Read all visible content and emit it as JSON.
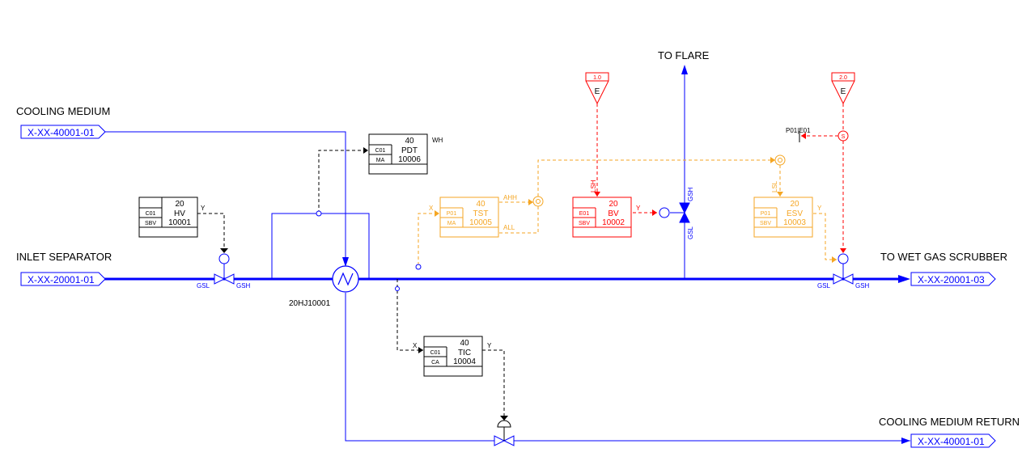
{
  "colors": {
    "process": "#0000ff",
    "signal": "#000000",
    "safety": "#ff0000",
    "alarm": "#f5a623"
  },
  "labels": {
    "cooling_medium": "COOLING MEDIUM",
    "inlet_separator": "INLET SEPARATOR",
    "to_flare": "TO FLARE",
    "to_wet_gas_scrubber": "TO WET GAS SCRUBBER",
    "cooling_medium_return": "COOLING MEDIUM RETURN",
    "exchanger_tag": "20HJ10001"
  },
  "flags": {
    "cooling_in": "X-XX-40001-01",
    "inlet": "X-XX-20001-01",
    "outlet": "X-XX-20001-03",
    "cooling_out": "X-XX-40001-01"
  },
  "instruments": {
    "hv": {
      "area": "20",
      "type": "HV",
      "number": "10001",
      "codes": [
        "C01",
        "SBV"
      ]
    },
    "pdt": {
      "area": "40",
      "type": "PDT",
      "number": "10006",
      "codes": [
        "C01",
        "MA"
      ],
      "note": "WH"
    },
    "tst": {
      "area": "40",
      "type": "TST",
      "number": "10005",
      "codes": [
        "P01",
        "MA"
      ]
    },
    "bv": {
      "area": "20",
      "type": "BV",
      "number": "10002",
      "codes": [
        "E01",
        "SBV"
      ]
    },
    "esv": {
      "area": "20",
      "type": "ESV",
      "number": "10003",
      "codes": [
        "P01",
        "SBV"
      ]
    },
    "tic": {
      "area": "40",
      "type": "TIC",
      "number": "10004",
      "codes": [
        "C01",
        "CA"
      ]
    }
  },
  "esd": {
    "left": {
      "level": "1.0",
      "letter": "E"
    },
    "right": {
      "level": "2.0",
      "letter": "E"
    }
  },
  "annotations": {
    "y": "Y",
    "x": "X",
    "ahh": "AHH",
    "all": "ALL",
    "lsh": "LSH",
    "lsl": "LSL",
    "gsl": "GSL",
    "gsh": "GSH",
    "p01e01": "P01|E01"
  }
}
